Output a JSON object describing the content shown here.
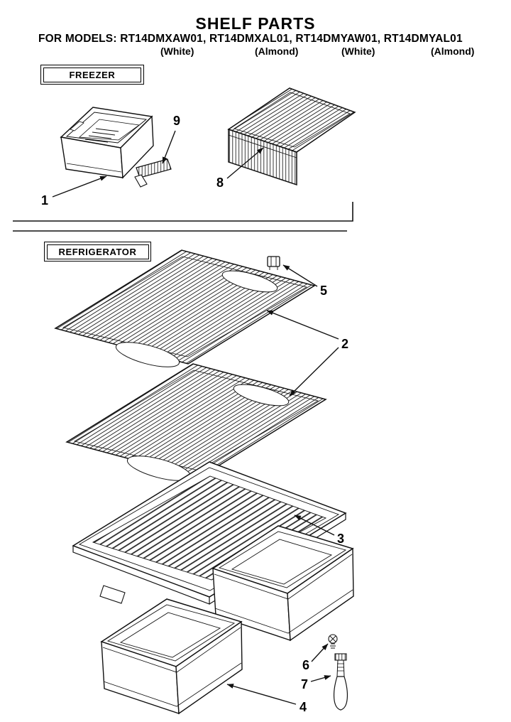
{
  "header": {
    "title": "SHELF PARTS",
    "models_line": "FOR MODELS: RT14DMXAW01, RT14DMXAL01, RT14DMYAW01, RT14DMYAL01",
    "finish_labels": [
      "(White)",
      "(Almond)",
      "(White)",
      "(Almond)"
    ]
  },
  "section_labels": {
    "freezer": "FREEZER",
    "refrigerator": "REFRIGERATOR"
  },
  "callouts": {
    "n1": "1",
    "n2": "2",
    "n3": "3",
    "n4": "4",
    "n5": "5",
    "n6": "6",
    "n7": "7",
    "n8": "8",
    "n9": "9"
  },
  "ink_color": "#111111",
  "paper_color": "#ffffff"
}
